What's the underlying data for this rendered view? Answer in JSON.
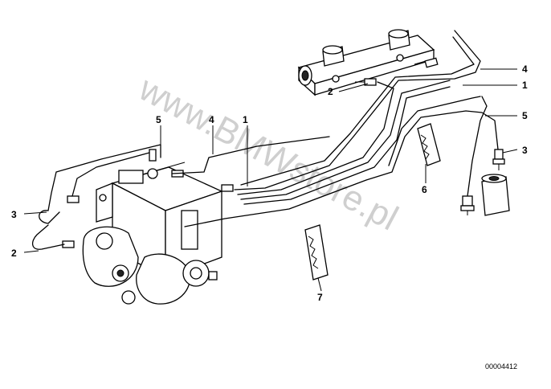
{
  "watermark": "www.BMWstore.pl",
  "reference_number": "00004412",
  "callouts": {
    "c4_top": "4",
    "c1_top": "1",
    "c2_top": "2",
    "c5_right": "5",
    "c3_right": "3",
    "c5_left": "5",
    "c4_mid": "4",
    "c1_mid": "1",
    "c6": "6",
    "c3_left": "3",
    "c2_left": "2",
    "c7": "7"
  }
}
